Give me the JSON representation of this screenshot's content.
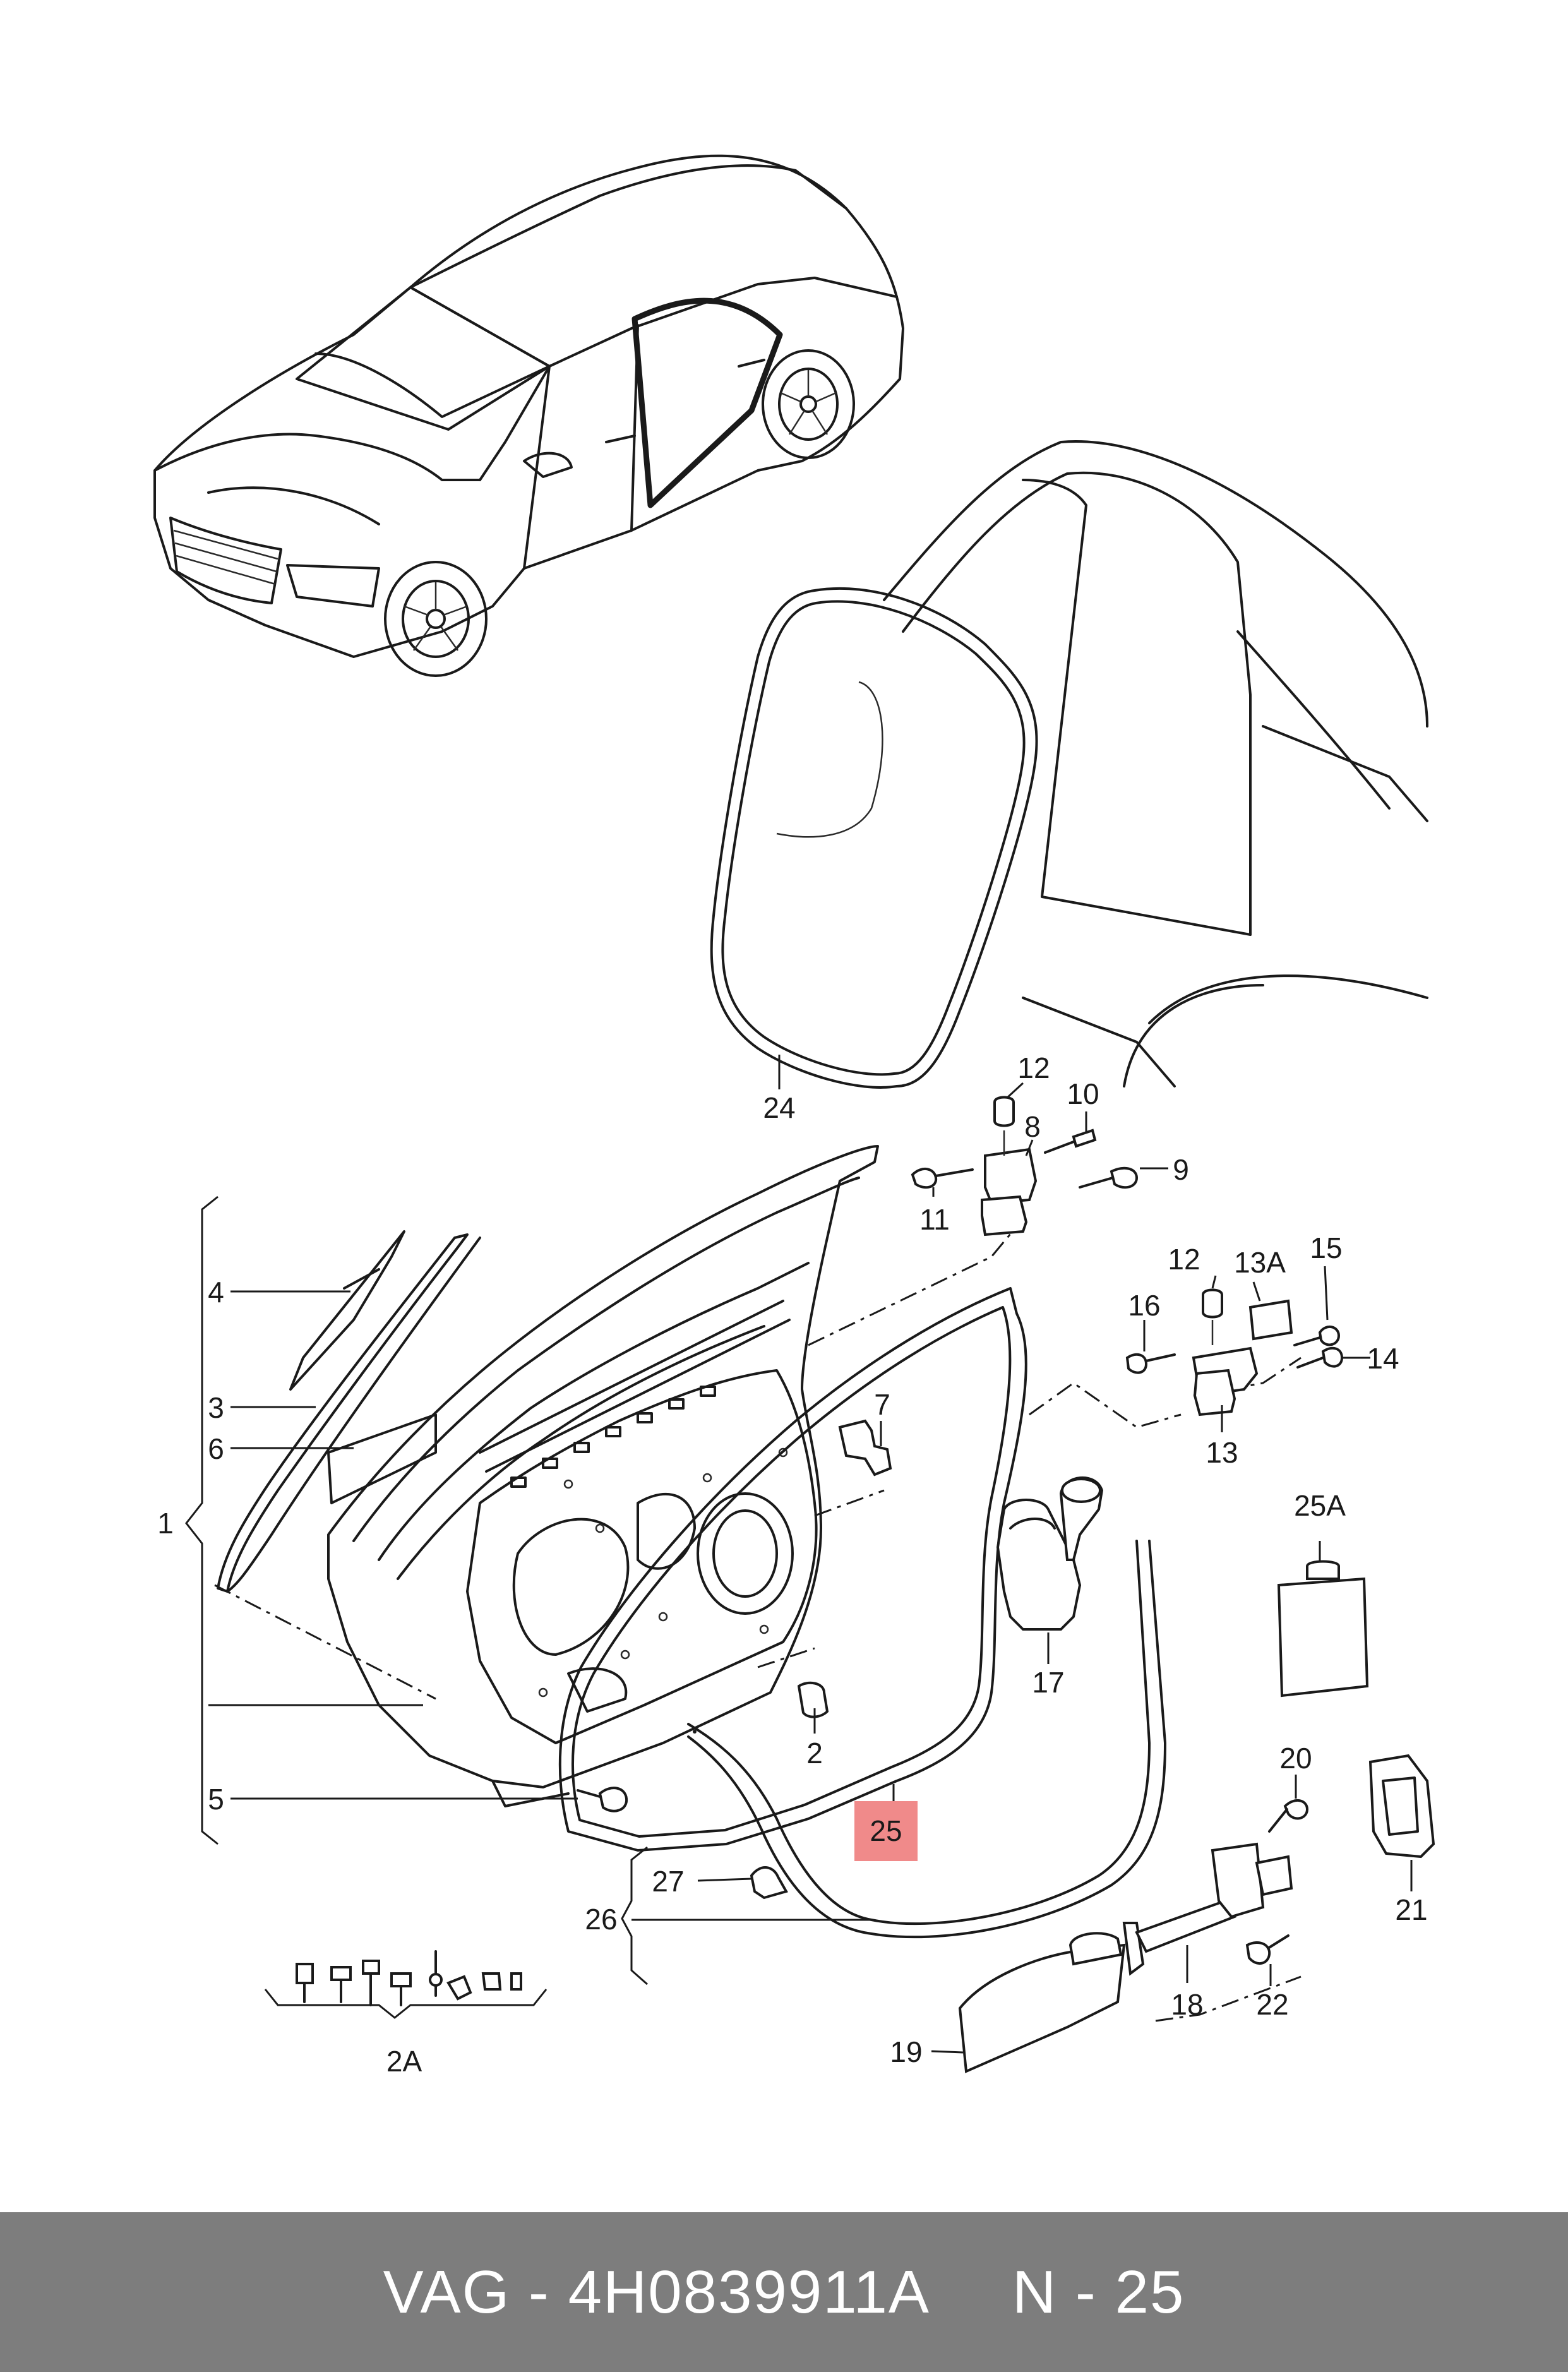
{
  "footer": {
    "brand": "VAG",
    "separator": "-",
    "part_number": "4H0839911A",
    "position_prefix": "N",
    "position_separator": "-",
    "position_number": "25"
  },
  "diagram": {
    "highlighted_callout": "25",
    "highlight_color": "#f08a8a",
    "callouts": {
      "c1": "1",
      "c2": "2",
      "c2A": "2A",
      "c3": "3",
      "c4": "4",
      "c5": "5",
      "c6": "6",
      "c7": "7",
      "c8": "8",
      "c9": "9",
      "c10": "10",
      "c11": "11",
      "c12a": "12",
      "c12b": "12",
      "c13": "13",
      "c13A": "13A",
      "c14": "14",
      "c15": "15",
      "c16": "16",
      "c17": "17",
      "c18": "18",
      "c19": "19",
      "c20": "20",
      "c21": "21",
      "c22": "22",
      "c24": "24",
      "c25": "25",
      "c25A": "25A",
      "c26": "26",
      "c27": "27"
    }
  }
}
